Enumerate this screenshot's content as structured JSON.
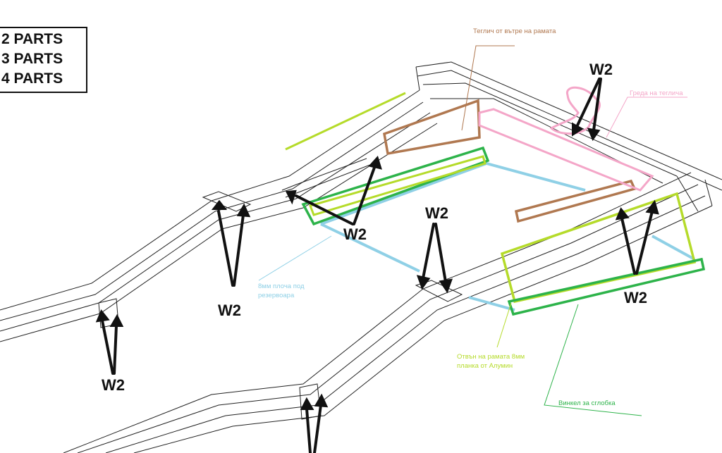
{
  "legend": {
    "items": [
      "2 PARTS",
      "3 PARTS",
      "4 PARTS"
    ]
  },
  "weld_label": "W2",
  "annotations": {
    "tow_inside_frame": "Теглич от вътре на рамата",
    "tow_beam": "Греда на теглича",
    "tank_plate": [
      "8мм плоча под",
      "резервоара"
    ],
    "frame_outside": [
      "Отвън на рамата 8мм",
      "планка от Алумин"
    ],
    "joint_angle": "Винкел за сглобка"
  },
  "colors": {
    "brown": "#b07850",
    "pink": "#f4a6c8",
    "light_blue": "#8fd0e6",
    "lime": "#b5db2a",
    "green": "#2db34a",
    "frame": "#222222"
  }
}
